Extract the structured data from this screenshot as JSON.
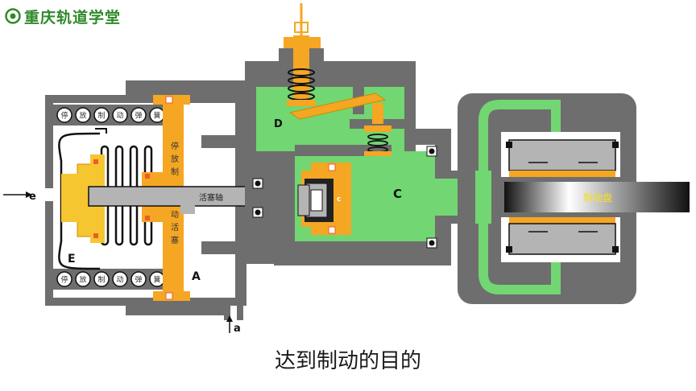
{
  "logo": {
    "text": "重庆轨道学堂"
  },
  "labels": {
    "e": "e",
    "a": "a",
    "A": "A",
    "C": "C",
    "c": "c",
    "D": "D",
    "E": "E",
    "piston_rod": "活塞轴",
    "brake_disc": "制动盘",
    "parking_piston_top": [
      "停",
      "放",
      "制"
    ],
    "parking_piston_bottom": [
      "动",
      "活",
      "塞"
    ],
    "spring_top": [
      "停",
      "放",
      "制",
      "动",
      "弹",
      "簧"
    ],
    "spring_bottom": [
      "停",
      "放",
      "制",
      "动",
      "弹",
      "簧"
    ]
  },
  "caption": "达到制动的目的",
  "colors": {
    "housing": "#6e6e6e",
    "fluid": "#72d672",
    "piston": "#f5a623",
    "spring_piston": "#f6c631",
    "rod": "#b4b4b4",
    "disc_dark": "#111111",
    "disc_light": "#ffffff",
    "disc_label": "#f6e11a"
  }
}
